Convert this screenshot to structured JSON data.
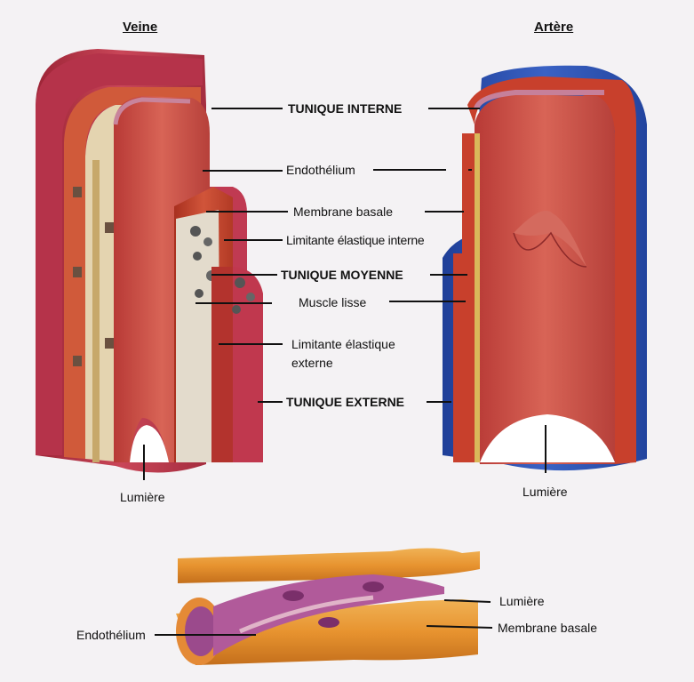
{
  "titles": {
    "vein": "Veine",
    "artery": "Artère"
  },
  "labels": {
    "tunique_interne": "TUNIQUE INTERNE",
    "endothelium": "Endothélium",
    "membrane_basale": "Membrane basale",
    "limitante_interne": "Limitante élastique interne",
    "tunique_moyenne": "TUNIQUE MOYENNE",
    "muscle_lisse": "Muscle lisse",
    "limitante_externe": "Limitante élastique externe",
    "tunique_externe": "TUNIQUE EXTERNE",
    "lumiere_vein": "Lumière",
    "lumiere_artery": "Lumière"
  },
  "capillary_labels": {
    "lumiere": "Lumière",
    "membrane_basale": "Membrane basale",
    "endothelium": "Endothélium"
  },
  "colors": {
    "adventitia_vein": "#c23a4c",
    "adventitia_artery": "#2f56b8",
    "media": "#c8452f",
    "intima": "#c45a52",
    "elastic": "#d8c070",
    "capillary": "#e69a40"
  }
}
